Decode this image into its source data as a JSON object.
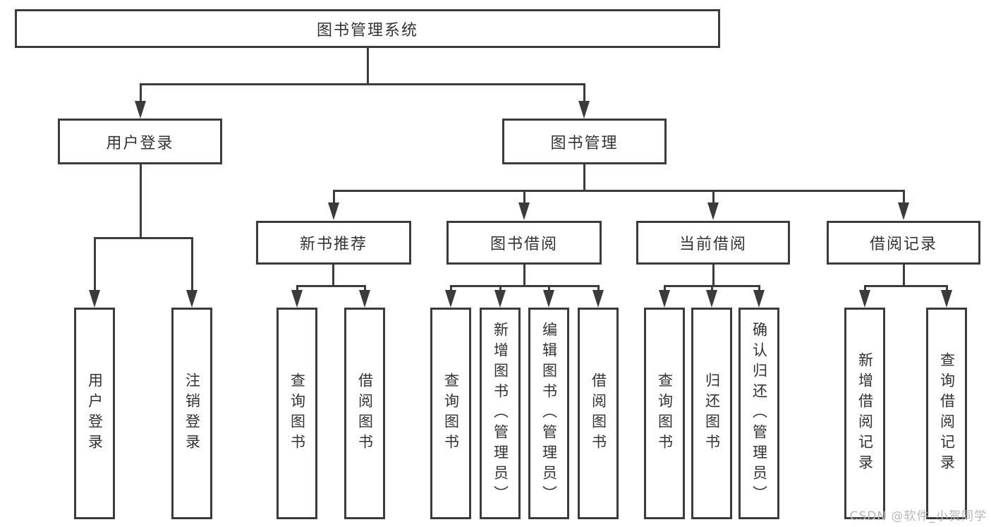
{
  "page": {
    "background": "#ffffff"
  },
  "colors": {
    "line": "#3b3b3b",
    "border": "#3b3b3b",
    "text": "#333333",
    "watermark": "#b7b7b7"
  },
  "watermark": {
    "text": "CSDN @软件_小贺同学"
  },
  "tree": {
    "label": "图书管理系统",
    "children": [
      {
        "label": "用户登录",
        "children": [
          {
            "label": "用户登录"
          },
          {
            "label": "注销登录"
          }
        ]
      },
      {
        "label": "图书管理",
        "children": [
          {
            "label": "新书推荐",
            "children": [
              {
                "label": "查询图书"
              },
              {
                "label": "借阅图书"
              }
            ]
          },
          {
            "label": "图书借阅",
            "children": [
              {
                "label": "查询图书"
              },
              {
                "label": "新增图书（管理员）"
              },
              {
                "label": "编辑图书（管理员）"
              },
              {
                "label": "借阅图书"
              }
            ]
          },
          {
            "label": "当前借阅",
            "children": [
              {
                "label": "查询图书"
              },
              {
                "label": "归还图书"
              },
              {
                "label": "确认归还（管理员）"
              }
            ]
          },
          {
            "label": "借阅记录",
            "children": [
              {
                "label": "新增借阅记录"
              },
              {
                "label": "查询借阅记录"
              }
            ]
          }
        ]
      }
    ]
  }
}
